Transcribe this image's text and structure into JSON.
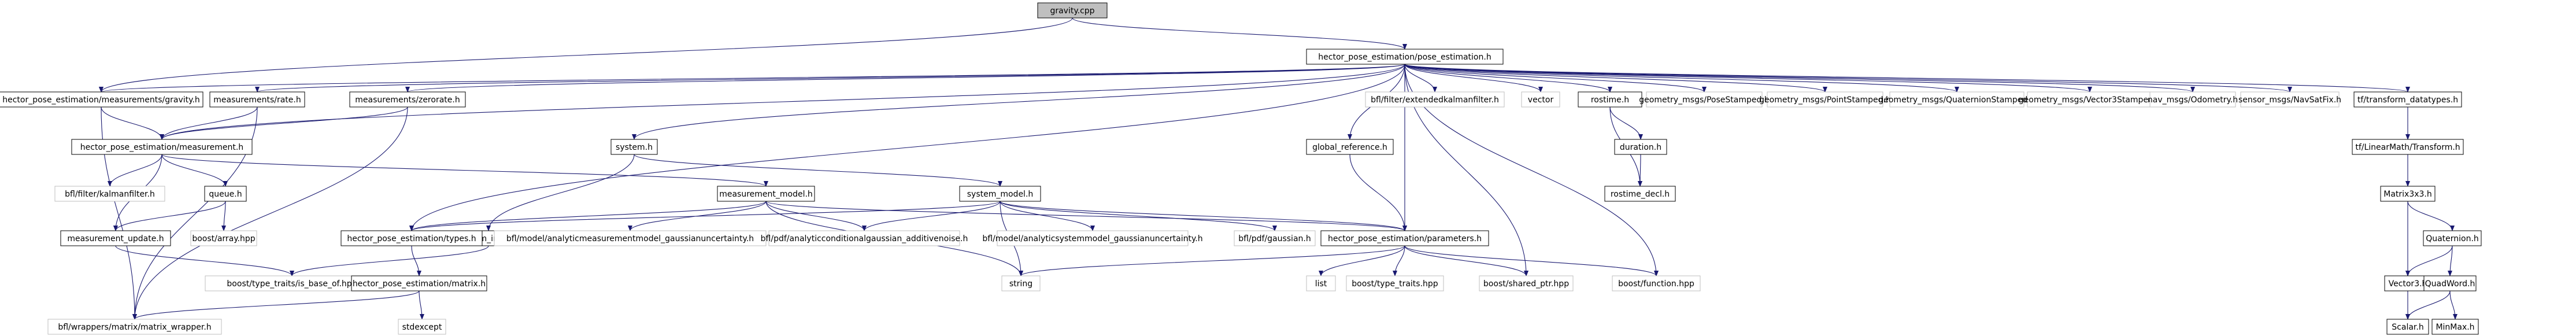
{
  "title": "gravity.cpp",
  "colors": {
    "edge": "#191970",
    "box_border": "#000000",
    "external_border": "#bfbfbf",
    "root_fill": "#bfbfbf",
    "background": "#ffffff"
  },
  "nodes": [
    {
      "id": "gravity_cpp",
      "label": "gravity.cpp",
      "root": true
    },
    {
      "id": "pose_estimation_h",
      "label": "hector_pose_estimation/pose_estimation.h"
    },
    {
      "id": "measurements_gravity_h",
      "label": "hector_pose_estimation/measurements/gravity.h"
    },
    {
      "id": "measurements_rate_h",
      "label": "measurements/rate.h"
    },
    {
      "id": "measurements_zerorate_h",
      "label": "measurements/zerorate.h"
    },
    {
      "id": "extendedkalmanfilter_h",
      "label": "bfl/filter/extendedkalmanfilter.h",
      "external": true
    },
    {
      "id": "vector",
      "label": "vector",
      "external": true
    },
    {
      "id": "rostime_h",
      "label": "rostime.h"
    },
    {
      "id": "posestamped_h",
      "label": "geometry_msgs/PoseStamped.h",
      "external": true
    },
    {
      "id": "pointstamped_h",
      "label": "geometry_msgs/PointStamped.h",
      "external": true
    },
    {
      "id": "quaternionstamped_h",
      "label": "geometry_msgs/QuaternionStamped.h",
      "external": true
    },
    {
      "id": "vector3stamped_h",
      "label": "geometry_msgs/Vector3Stamped.h",
      "external": true
    },
    {
      "id": "odometry_h",
      "label": "nav_msgs/Odometry.h",
      "external": true
    },
    {
      "id": "navsatfix_h",
      "label": "sensor_msgs/NavSatFix.h",
      "external": true
    },
    {
      "id": "transform_datatypes_h",
      "label": "tf/transform_datatypes.h"
    },
    {
      "id": "measurement_h",
      "label": "hector_pose_estimation/measurement.h"
    },
    {
      "id": "system_h",
      "label": "system.h"
    },
    {
      "id": "global_reference_h",
      "label": "global_reference.h"
    },
    {
      "id": "duration_h",
      "label": "duration.h"
    },
    {
      "id": "rostime_decl_h",
      "label": "rostime_decl.h"
    },
    {
      "id": "linearmath_transform_h",
      "label": "tf/LinearMath/Transform.h"
    },
    {
      "id": "kalmanfilter_h",
      "label": "bfl/filter/kalmanfilter.h",
      "external": true
    },
    {
      "id": "queue_h",
      "label": "queue.h"
    },
    {
      "id": "boost_array_hpp",
      "label": "boost/array.hpp",
      "external": true
    },
    {
      "id": "measurement_update_h",
      "label": "measurement_update.h"
    },
    {
      "id": "system_input_h",
      "label": "system_input.h"
    },
    {
      "id": "measurement_model_h",
      "label": "measurement_model.h"
    },
    {
      "id": "system_model_h",
      "label": "system_model.h"
    },
    {
      "id": "types_h",
      "label": "hector_pose_estimation/types.h"
    },
    {
      "id": "meas_gauss_unc_h",
      "label": "bfl/model/analyticmeasurementmodel_gaussianuncertainty.h",
      "external": true
    },
    {
      "id": "cond_gauss_h",
      "label": "bfl/pdf/analyticconditionalgaussian_additivenoise.h",
      "external": true
    },
    {
      "id": "sys_gauss_unc_h",
      "label": "bfl/model/analyticsystemmodel_gaussianuncertainty.h",
      "external": true
    },
    {
      "id": "gaussian_h",
      "label": "bfl/pdf/gaussian.h",
      "external": true
    },
    {
      "id": "parameters_h",
      "label": "hector_pose_estimation/parameters.h"
    },
    {
      "id": "matrix3x3_h",
      "label": "Matrix3x3.h"
    },
    {
      "id": "quaternion_h",
      "label": "Quaternion.h"
    },
    {
      "id": "type_traits_is_base_of_hpp",
      "label": "boost/type_traits/is_base_of.hpp",
      "external": true
    },
    {
      "id": "matrix_h",
      "label": "hector_pose_estimation/matrix.h"
    },
    {
      "id": "string",
      "label": "string",
      "external": true
    },
    {
      "id": "list",
      "label": "list",
      "external": true
    },
    {
      "id": "boost_type_traits_hpp",
      "label": "boost/type_traits.hpp",
      "external": true
    },
    {
      "id": "shared_ptr_hpp",
      "label": "boost/shared_ptr.hpp",
      "external": true
    },
    {
      "id": "function_hpp",
      "label": "boost/function.hpp",
      "external": true
    },
    {
      "id": "vector3_h",
      "label": "Vector3.h"
    },
    {
      "id": "quadword_h",
      "label": "QuadWord.h"
    },
    {
      "id": "stdexcept",
      "label": "stdexcept",
      "external": true
    },
    {
      "id": "matrix_wrapper_h",
      "label": "bfl/wrappers/matrix/matrix_wrapper.h",
      "external": true
    },
    {
      "id": "scalar_h",
      "label": "Scalar.h"
    },
    {
      "id": "minmax_h",
      "label": "MinMax.h"
    }
  ],
  "edges": [
    [
      "gravity_cpp",
      "pose_estimation_h"
    ],
    [
      "gravity_cpp",
      "measurements_gravity_h"
    ],
    [
      "pose_estimation_h",
      "measurements_gravity_h"
    ],
    [
      "pose_estimation_h",
      "measurements_rate_h"
    ],
    [
      "pose_estimation_h",
      "measurements_zerorate_h"
    ],
    [
      "pose_estimation_h",
      "extendedkalmanfilter_h"
    ],
    [
      "pose_estimation_h",
      "vector"
    ],
    [
      "pose_estimation_h",
      "rostime_h"
    ],
    [
      "pose_estimation_h",
      "posestamped_h"
    ],
    [
      "pose_estimation_h",
      "pointstamped_h"
    ],
    [
      "pose_estimation_h",
      "quaternionstamped_h"
    ],
    [
      "pose_estimation_h",
      "vector3stamped_h"
    ],
    [
      "pose_estimation_h",
      "odometry_h"
    ],
    [
      "pose_estimation_h",
      "navsatfix_h"
    ],
    [
      "pose_estimation_h",
      "transform_datatypes_h"
    ],
    [
      "pose_estimation_h",
      "system_h"
    ],
    [
      "pose_estimation_h",
      "global_reference_h"
    ],
    [
      "pose_estimation_h",
      "measurement_h"
    ],
    [
      "pose_estimation_h",
      "types_h"
    ],
    [
      "pose_estimation_h",
      "parameters_h"
    ],
    [
      "pose_estimation_h",
      "shared_ptr_hpp"
    ],
    [
      "pose_estimation_h",
      "function_hpp"
    ],
    [
      "measurements_gravity_h",
      "measurement_h"
    ],
    [
      "measurements_gravity_h",
      "matrix_wrapper_h"
    ],
    [
      "measurements_rate_h",
      "measurement_h"
    ],
    [
      "measurements_rate_h",
      "matrix_wrapper_h"
    ],
    [
      "measurements_zerorate_h",
      "measurement_h"
    ],
    [
      "measurements_zerorate_h",
      "matrix_wrapper_h"
    ],
    [
      "measurement_h",
      "kalmanfilter_h"
    ],
    [
      "measurement_h",
      "queue_h"
    ],
    [
      "measurement_h",
      "measurement_update_h"
    ],
    [
      "measurement_h",
      "measurement_model_h"
    ],
    [
      "queue_h",
      "boost_array_hpp"
    ],
    [
      "queue_h",
      "measurement_update_h"
    ],
    [
      "measurement_update_h",
      "type_traits_is_base_of_hpp"
    ],
    [
      "system_h",
      "system_input_h"
    ],
    [
      "system_h",
      "system_model_h"
    ],
    [
      "system_input_h",
      "type_traits_is_base_of_hpp"
    ],
    [
      "system_input_h",
      "types_h"
    ],
    [
      "measurement_model_h",
      "types_h"
    ],
    [
      "measurement_model_h",
      "meas_gauss_unc_h"
    ],
    [
      "measurement_model_h",
      "cond_gauss_h"
    ],
    [
      "measurement_model_h",
      "string"
    ],
    [
      "measurement_model_h",
      "parameters_h"
    ],
    [
      "system_model_h",
      "types_h"
    ],
    [
      "system_model_h",
      "cond_gauss_h"
    ],
    [
      "system_model_h",
      "sys_gauss_unc_h"
    ],
    [
      "system_model_h",
      "gaussian_h"
    ],
    [
      "system_model_h",
      "parameters_h"
    ],
    [
      "system_model_h",
      "string"
    ],
    [
      "global_reference_h",
      "parameters_h"
    ],
    [
      "types_h",
      "matrix_h"
    ],
    [
      "matrix_h",
      "stdexcept"
    ],
    [
      "matrix_h",
      "matrix_wrapper_h"
    ],
    [
      "parameters_h",
      "list"
    ],
    [
      "parameters_h",
      "boost_type_traits_hpp"
    ],
    [
      "parameters_h",
      "shared_ptr_hpp"
    ],
    [
      "parameters_h",
      "function_hpp"
    ],
    [
      "parameters_h",
      "string"
    ],
    [
      "rostime_h",
      "duration_h"
    ],
    [
      "rostime_h",
      "rostime_decl_h"
    ],
    [
      "duration_h",
      "rostime_decl_h"
    ],
    [
      "transform_datatypes_h",
      "linearmath_transform_h"
    ],
    [
      "linearmath_transform_h",
      "matrix3x3_h"
    ],
    [
      "matrix3x3_h",
      "vector3_h"
    ],
    [
      "matrix3x3_h",
      "quaternion_h"
    ],
    [
      "quaternion_h",
      "vector3_h"
    ],
    [
      "quaternion_h",
      "quadword_h"
    ],
    [
      "vector3_h",
      "scalar_h"
    ],
    [
      "quadword_h",
      "scalar_h"
    ],
    [
      "quadword_h",
      "minmax_h"
    ]
  ]
}
